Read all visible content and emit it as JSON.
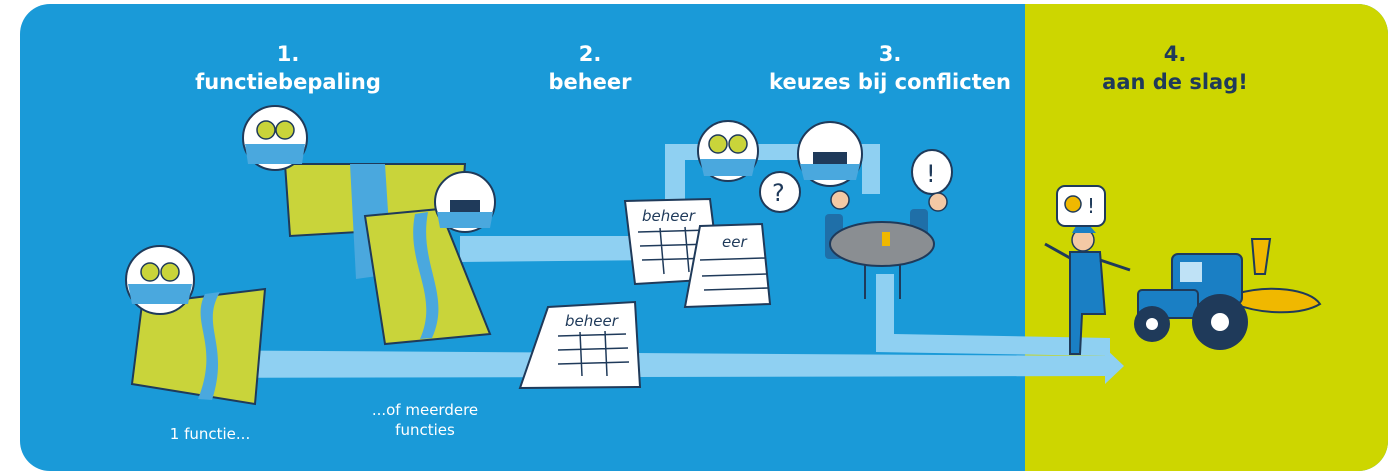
{
  "steps": [
    {
      "number": "1.",
      "title": "functiebepaling"
    },
    {
      "number": "2.",
      "title": "beheer"
    },
    {
      "number": "3.",
      "title": "keuzes bij conflicten"
    },
    {
      "number": "4.",
      "title": "aan de slag!"
    }
  ],
  "captions": {
    "one_function": "1 functie...",
    "multiple_functions_line1": "...of meerdere",
    "multiple_functions_line2": "functies"
  },
  "documents": {
    "label_1": "beheer",
    "label_2": "beheer",
    "label_3": "eer"
  },
  "speech": {
    "question": "?",
    "exclamation": "!",
    "idea": "!"
  },
  "colors": {
    "blue_background": "#1a9ad8",
    "green_background": "#cdd600",
    "arrow": "#8fd0f2",
    "land": "#c9d43a",
    "dark_outline": "#1f3a5a"
  }
}
